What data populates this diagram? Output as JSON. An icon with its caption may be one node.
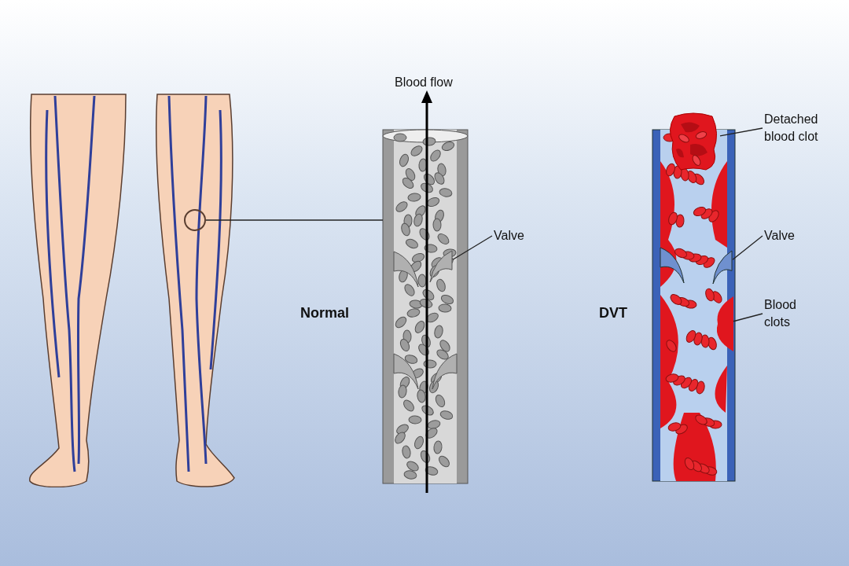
{
  "diagram": {
    "nodes": [
      {
        "text": [],
        "shape": "circle"
      },
      {
        "text": [],
        "shape": "picture"
      },
      {
        "text": [],
        "shape": "picture",
        "in": 1
      },
      {
        "text": [
          "Valve"
        ]
      },
      {
        "text": [],
        "shape": "picture"
      },
      {
        "text": [],
        "shape": "picture"
      },
      {
        "text": [],
        "shape": "picture",
        "in": 4
      },
      {
        "text": [],
        "shape": "picture",
        "in": 4
      },
      {
        "text": [
          "Detached blood clot"
        ]
      },
      {
        "text": [
          "Valve"
        ]
      },
      {
        "text": [
          "Blood clots"
        ]
      }
    ],
    "edges": [
      {
        "from": 0,
        "to": 1,
        "arrow": "none"
      },
      {
        "from": 3,
        "to": 2,
        "arrow": "none"
      },
      {
        "from": 8,
        "to": 5,
        "arrow": "none"
      },
      {
        "from": 9,
        "to": 6,
        "arrow": "none"
      },
      {
        "from": 10,
        "to": 7,
        "arrow": "none"
      }
    ],
    "labels": [
      "Blood flow",
      "Normal",
      "DVT"
    ]
  }
}
